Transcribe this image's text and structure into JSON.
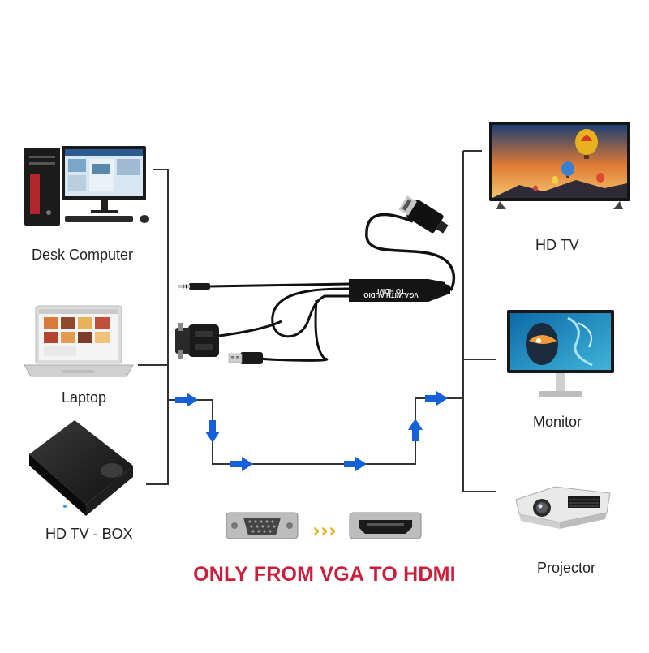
{
  "sources": [
    {
      "id": "desk-computer",
      "label": "Desk Computer"
    },
    {
      "id": "laptop",
      "label": "Laptop"
    },
    {
      "id": "tv-box",
      "label": "HD TV - BOX"
    }
  ],
  "displays": [
    {
      "id": "hd-tv",
      "label": "HD TV"
    },
    {
      "id": "monitor",
      "label": "Monitor"
    },
    {
      "id": "projector",
      "label": "Projector"
    }
  ],
  "adapter": {
    "print_line1": "VGA WITH AUDIO",
    "print_line2": "TO HDMI"
  },
  "headline": "ONLY FROM VGA TO HDMI",
  "conversion_glyph": "›››",
  "colors": {
    "arrow": "#1560d8",
    "headline": "#cc1e3a",
    "line": "#333333",
    "cable": "#111111",
    "conversion_arrows": "#e3b020"
  }
}
